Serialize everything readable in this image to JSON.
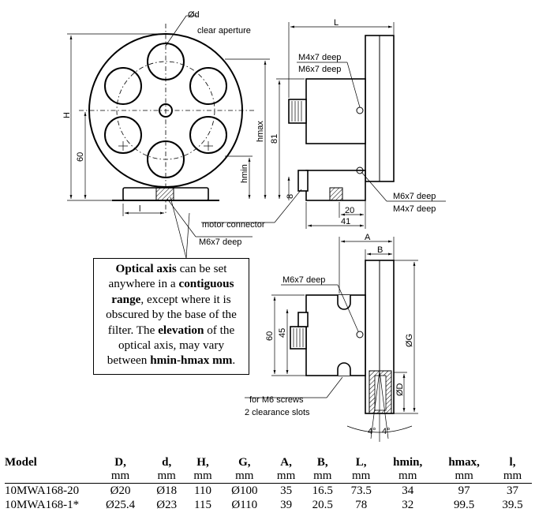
{
  "drawing_labels": {
    "d_symbol": "Ød",
    "clear_aperture": "clear aperture",
    "L": "L",
    "m4_top": "M4x7 deep",
    "m6_top": "M6x7 deep",
    "H": "H",
    "dim_60_left": "60",
    "dim_81": "81",
    "hmax": "hmax",
    "hmin": "hmin",
    "dim_8": "8",
    "l": "l",
    "dim_20": "20",
    "dim_41": "41",
    "m6_right": "M6x7 deep",
    "m4_right": "M4x7 deep",
    "motor_connector": "motor connector",
    "m6_bottom_left": "M6x7 deep",
    "A": "A",
    "B": "B",
    "m6_side": "M6x7 deep",
    "dim_60_side": "60",
    "dim_45": "45",
    "G": "ØG",
    "D": "ØD",
    "for_m6": "for M6 screws",
    "slots": "2 clearance slots",
    "angle1": "4°",
    "angle2": "4°"
  },
  "note": {
    "part1_bold": "Optical axis",
    "part2": " can be set anywhere in a ",
    "part3_bold": "contiguous range",
    "part4": ", except where it is obscured by the base of the filter. The ",
    "part5_bold": "elevation",
    "part6": " of the optical axis, may vary between ",
    "part7_bold": "hmin-hmax mm",
    "part8": "."
  },
  "table": {
    "headers": [
      {
        "name": "Model",
        "unit": ""
      },
      {
        "name": "D,",
        "unit": "mm"
      },
      {
        "name": "d,",
        "unit": "mm"
      },
      {
        "name": "H,",
        "unit": "mm"
      },
      {
        "name": "G,",
        "unit": "mm"
      },
      {
        "name": "A,",
        "unit": "mm"
      },
      {
        "name": "B,",
        "unit": "mm"
      },
      {
        "name": "L,",
        "unit": "mm"
      },
      {
        "name": "hmin,",
        "unit": "mm"
      },
      {
        "name": "hmax,",
        "unit": "mm"
      },
      {
        "name": "l,",
        "unit": "mm"
      }
    ],
    "rows": [
      [
        "10MWA168-20",
        "Ø20",
        "Ø18",
        "110",
        "Ø100",
        "35",
        "16.5",
        "73.5",
        "34",
        "97",
        "37"
      ],
      [
        "10MWA168-1*",
        "Ø25.4",
        "Ø23",
        "115",
        "Ø110",
        "39",
        "20.5",
        "78",
        "32",
        "99.5",
        "39.5"
      ]
    ]
  }
}
